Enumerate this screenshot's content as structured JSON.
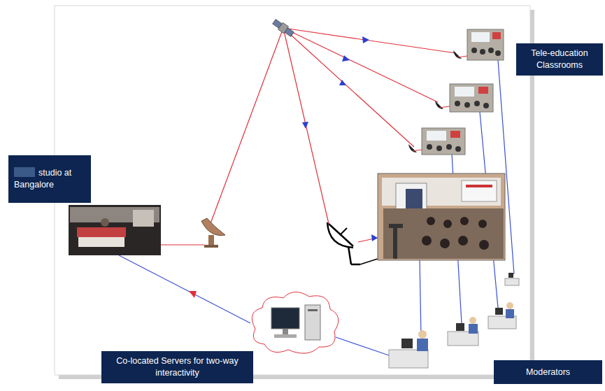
{
  "diagram": {
    "nodes": [
      {
        "text": [
          "studio at Bangalore"
        ]
      },
      {
        "text": [
          "Tele-education Classrooms"
        ]
      },
      {
        "text": [
          "Co-located Servers for two-way interactivity"
        ]
      },
      {
        "text": [
          "Moderators"
        ]
      }
    ]
  }
}
